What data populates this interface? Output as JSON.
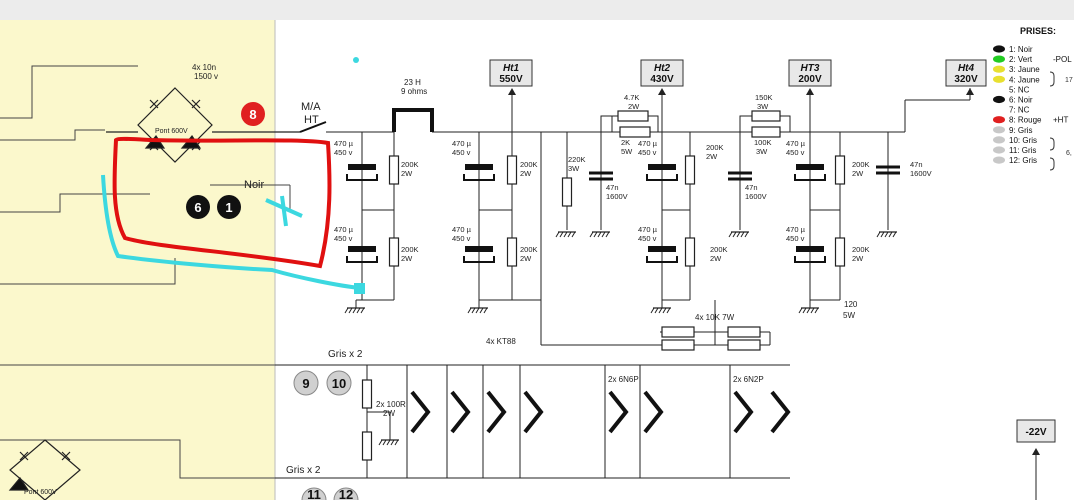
{
  "bridge_top": {
    "caps": "4x 10n",
    "voltage": "1500 v",
    "pont": "Pont 600V"
  },
  "bridge_bottom": {
    "pont": "Pont 600V"
  },
  "badges": {
    "b8": "8",
    "b6": "6",
    "b1": "1",
    "b9": "9",
    "b10": "10",
    "b11": "11",
    "b12": "12"
  },
  "labels": {
    "noir": "Noir",
    "ma": "M/A",
    "ht": "HT",
    "choke": "23 H",
    "choke_ohm": "9 ohms",
    "gris_top": "Gris x 2",
    "gris_bottom": "Gris x 2",
    "kt88": "4x KT88",
    "r10k": "4x 10K 7W",
    "r120": "120",
    "r120w": "5W",
    "fil_r": "2x 100R",
    "fil_rw": "2W",
    "n6n8p": "2x 6N6P",
    "n6n2p": "2x 6N2P"
  },
  "rails": {
    "ht1": {
      "name": "Ht1",
      "v": "550V"
    },
    "ht2": {
      "name": "Ht2",
      "v": "430V"
    },
    "ht3": {
      "name": "HT3",
      "v": "200V"
    },
    "ht4": {
      "name": "Ht4",
      "v": "320V"
    },
    "neg": {
      "v": "-22V"
    }
  },
  "parts": {
    "c470": "470 µ",
    "c450": "450 v",
    "r200k": "200K",
    "r2w": "2W",
    "r220k": "220K",
    "r3w": "3W",
    "c47n": "47n",
    "c1600": "1600V",
    "r47k": "4.7K",
    "r2k": "2K",
    "r5w": "5W",
    "r150k": "150K",
    "r100k": "100K"
  },
  "prises": {
    "title": "PRISES:",
    "items": [
      {
        "text": "1: Noir",
        "color": "#111111",
        "note": ""
      },
      {
        "text": "2: Vert",
        "color": "#22cc22",
        "note": "-POL"
      },
      {
        "text": "3: Jaune",
        "color": "#e8e030",
        "note": ""
      },
      {
        "text": "4: Jaune",
        "color": "#e8e030",
        "note": ""
      },
      {
        "text": "5: NC",
        "color": "",
        "note": ""
      },
      {
        "text": "6: Noir",
        "color": "#111111",
        "note": ""
      },
      {
        "text": "7: NC",
        "color": "",
        "note": ""
      },
      {
        "text": "8: Rouge",
        "color": "#e02020",
        "note": "+HT"
      },
      {
        "text": "9: Gris",
        "color": "#c8c8c8",
        "note": ""
      },
      {
        "text": "10: Gris",
        "color": "#c8c8c8",
        "note": ""
      },
      {
        "text": "11: Gris",
        "color": "#c8c8c8",
        "note": ""
      },
      {
        "text": "12: Gris",
        "color": "#c8c8c8",
        "note": ""
      }
    ],
    "side_17": "17",
    "side_6": "6,"
  },
  "colors": {
    "yellow_panel": "#fbf8cc",
    "annot_red": "#e01010",
    "annot_cyan": "#3cd8e0"
  }
}
